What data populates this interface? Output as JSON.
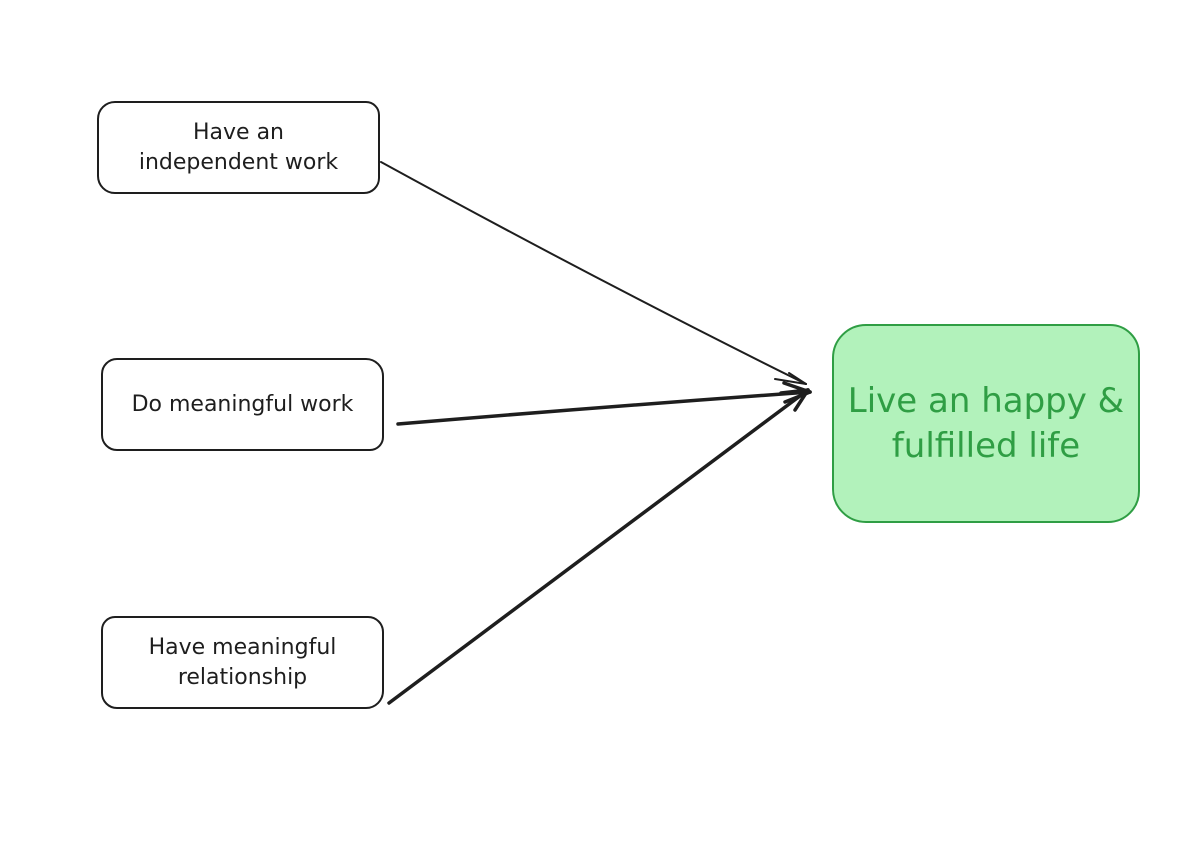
{
  "nodes": {
    "independent_work": {
      "line1": "Have an",
      "line2": "independent work"
    },
    "meaningful_work": {
      "line1": "Do meaningful work"
    },
    "meaningful_relationship": {
      "line1": "Have meaningful",
      "line2": "relationship"
    },
    "goal": {
      "line1": "Live an happy &",
      "line2": "fulfilled life"
    }
  },
  "colors": {
    "stroke": "#1e1e1e",
    "goal_stroke": "#2f9e44",
    "goal_fill": "#b2f2bb",
    "background": "#ffffff"
  },
  "icons": {
    "arrowhead": "arrowhead-icon"
  }
}
